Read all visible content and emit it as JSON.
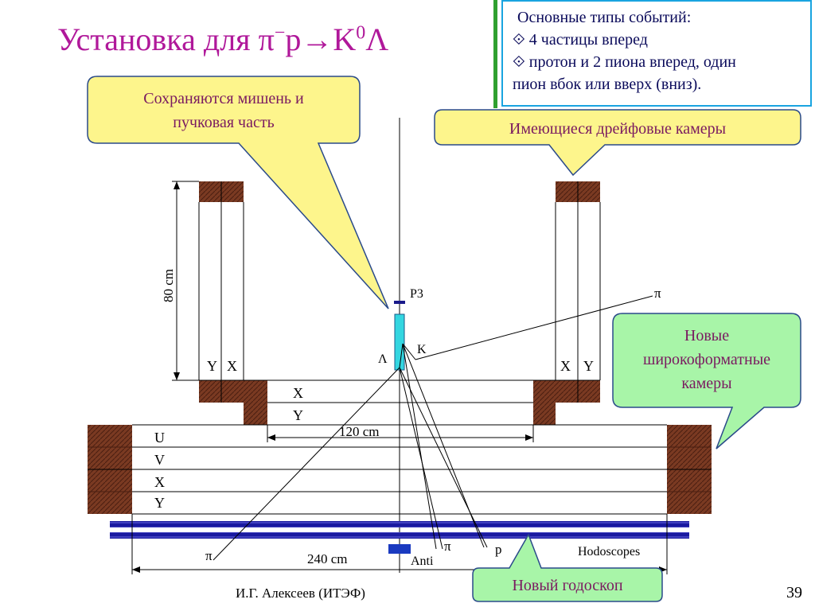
{
  "title": {
    "prefix": "Установка для π",
    "superscript_minus": "−",
    "reaction_mid": "p→K",
    "superscript_zero": "0",
    "suffix": "Λ"
  },
  "infobox": {
    "heading": "Основные типы событий:",
    "item1": "⟐ 4 частицы вперед",
    "item2_line1": "⟐ протон и 2 пиона вперед, один",
    "item2_line2": "пион вбок или вверх (вниз)."
  },
  "callouts": {
    "target_line1": "Сохраняются мишень и",
    "target_line2": "пучковая часть",
    "drift": "Имеющиеся дрейфовые камеры",
    "wide_line1": "Новые",
    "wide_line2": "широкоформатные",
    "wide_line3": "камеры",
    "hodoscope": "Новый годоскоп"
  },
  "diagram_labels": {
    "dim_80": "80 cm",
    "dim_120": "120 cm",
    "dim_240": "240 cm",
    "p3": "P3",
    "lambda": "Λ",
    "kaon": "K",
    "pi_right": "π",
    "pi_left": "π",
    "pi_mid": "π",
    "proton": "p",
    "anti": "Anti",
    "hodoscopes": "Hodoscopes",
    "upper_left_y": "Y",
    "upper_left_x": "X",
    "upper_right_x": "X",
    "upper_right_y": "Y",
    "mid_x": "X",
    "mid_y": "Y",
    "low_u": "U",
    "low_v": "V",
    "low_x": "X",
    "low_y": "Y"
  },
  "colors": {
    "title": "#b0189a",
    "callout_yellow": "#fdf58c",
    "callout_green": "#a8f5a8",
    "brick": "#7a3a22",
    "hodoscope_blue": "#1a1aa0",
    "target_cyan": "#33d6e0",
    "infobox_border": "#19a4e0"
  },
  "footer": {
    "author": "И.Г. Алексеев (ИТЭФ)",
    "page": "39"
  }
}
